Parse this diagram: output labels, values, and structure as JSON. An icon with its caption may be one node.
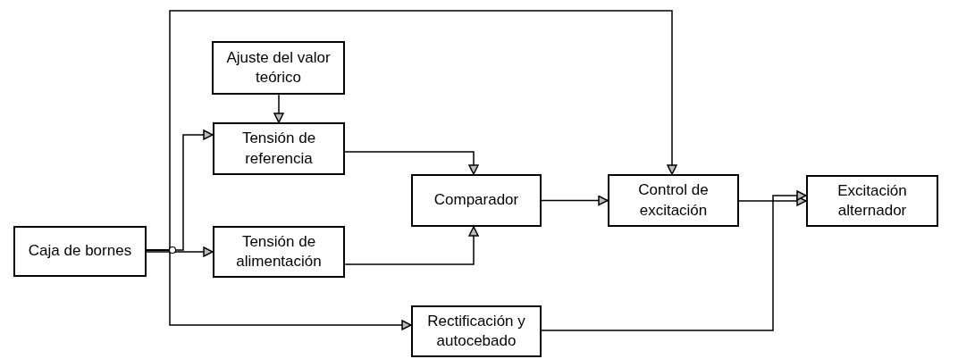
{
  "diagram": {
    "nodes": [
      {
        "text": [
          "Caja de bornes"
        ]
      },
      {
        "text": [
          "Ajuste del valor teórico"
        ]
      },
      {
        "text": [
          "Tensión de referencia"
        ]
      },
      {
        "text": [
          "Tensión de alimentación"
        ]
      },
      {
        "text": [
          "Comparador"
        ]
      },
      {
        "text": [
          "Control de excitación"
        ]
      },
      {
        "text": [
          "Excitación alternador"
        ]
      },
      {
        "text": [
          "Rectificación y autocebado"
        ]
      }
    ],
    "edges": [
      {
        "from": 0,
        "to": 2,
        "arrow": "to"
      },
      {
        "from": 0,
        "to": 3,
        "arrow": "to"
      },
      {
        "from": 0,
        "to": 7,
        "arrow": "to"
      },
      {
        "from": 0,
        "to": 5,
        "arrow": "to"
      },
      {
        "from": 1,
        "to": 2,
        "arrow": "to"
      },
      {
        "from": 2,
        "to": 4,
        "arrow": "to"
      },
      {
        "from": 3,
        "to": 4,
        "arrow": "to"
      },
      {
        "from": 4,
        "to": 5,
        "arrow": "to"
      },
      {
        "from": 5,
        "to": 6,
        "arrow": "to"
      },
      {
        "from": 7,
        "to": 6,
        "arrow": "to"
      }
    ]
  }
}
